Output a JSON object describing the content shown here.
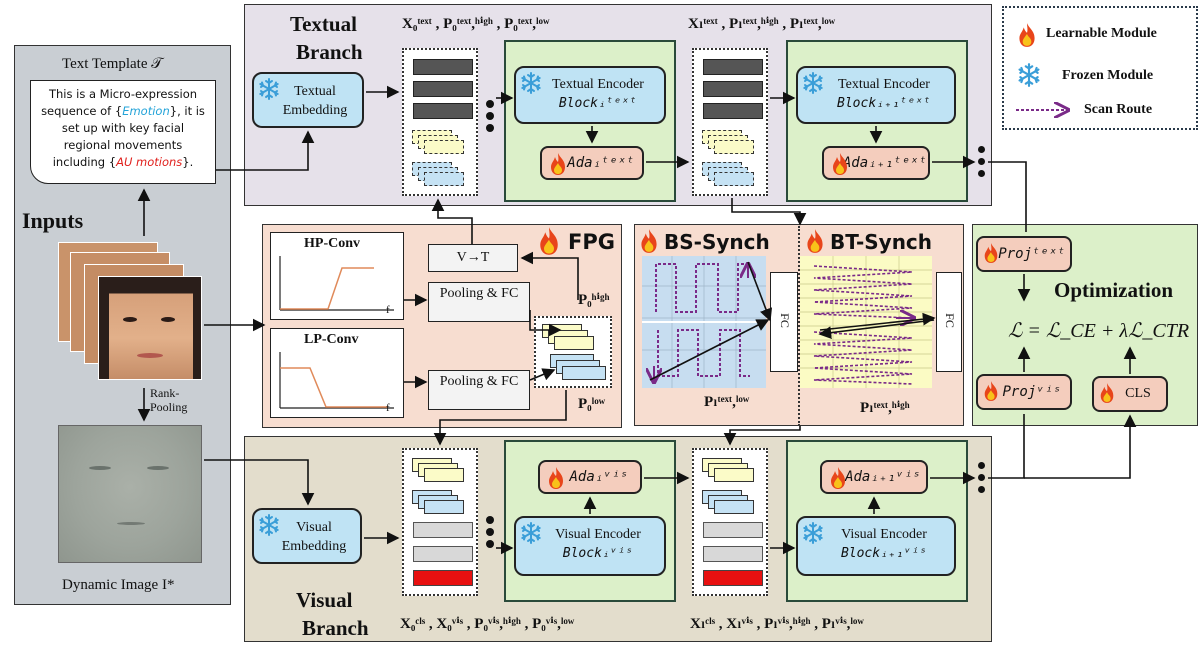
{
  "inputs": {
    "template_title": "Text Template 𝒯",
    "template_text_1": "This is a Micro-expression sequence of {",
    "template_emotion": "Emotion",
    "template_text_2": "}, it is set up with key facial regional movements including {",
    "template_au": "AU motions",
    "template_text_3": "}.",
    "inputs_label": "Inputs",
    "rank_pooling": "Rank-Pooling",
    "dynamic_image": "Dynamic Image I*"
  },
  "textual": {
    "title_line1": "Textual",
    "title_line2": "Branch",
    "embedding": "Textual Embedding",
    "x0_label": "X₀ᵗᵉˣᵗ , P₀ᵗᵉˣᵗ,ʰⁱᵍʰ , P₀ᵗᵉˣᵗ,ˡᵒʷ",
    "xl_label": "Xₗᵗᵉˣᵗ , Pₗᵗᵉˣᵗ,ʰⁱᵍʰ , Pₗᵗᵉˣᵗ,ˡᵒʷ",
    "encoder_i": "Textual Encoder",
    "block_i": "Blockᵢᵗᵉˣᵗ",
    "encoder_i1": "Textual Encoder",
    "block_i1": "Blockᵢ₊₁ᵗᵉˣᵗ",
    "ada_i": "Adaᵢᵗᵉˣᵗ",
    "ada_i1": "Adaᵢ₊₁ᵗᵉˣᵗ"
  },
  "fpg": {
    "title": "FPG",
    "hp_conv": "HP-Conv",
    "lp_conv": "LP-Conv",
    "axis_f": "f",
    "v2t": "V→T",
    "pooling1": "Pooling & FC",
    "pooling2": "Pooling & FC",
    "p_high": "P₀ʰⁱᵍʰ",
    "p_low": "P₀ˡᵒʷ"
  },
  "synch": {
    "bs_title": "BS-Synch",
    "bt_title": "BT-Synch",
    "fc_left": "FC",
    "fc_right": "FC",
    "p_text_low": "Pₗᵗᵉˣᵗ,ˡᵒʷ",
    "p_text_high": "Pₗᵗᵉˣᵗ,ʰⁱᵍʰ"
  },
  "legend": {
    "learnable": "Learnable Module",
    "frozen": "Frozen Module",
    "scan": "Scan Route"
  },
  "optimization": {
    "title": "Optimization",
    "proj_text": "Projᵗᵉˣᵗ",
    "proj_vis": "Projᵛⁱˢ",
    "cls": "CLS",
    "loss": "ℒ = ℒ_CE + λℒ_CTR"
  },
  "visual": {
    "title_line1": "Visual",
    "title_line2": "Branch",
    "embedding": "Visual Embedding",
    "x0_label": "X₀ᶜˡˢ , X₀ᵛⁱˢ , P₀ᵛⁱˢ,ʰⁱᵍʰ , P₀ᵛⁱˢ,ˡᵒʷ",
    "xl_label": "Xₗᶜˡˢ , Xₗᵛⁱˢ , Pₗᵛⁱˢ,ʰⁱᵍʰ , Pₗᵛⁱˢ,ˡᵒʷ",
    "encoder_i": "Visual Encoder",
    "block_i": "Blockᵢᵛⁱˢ",
    "encoder_i1": "Visual Encoder",
    "block_i1": "Blockᵢ₊₁ᵛⁱˢ",
    "ada_i": "Adaᵢᵛⁱˢ",
    "ada_i1": "Adaᵢ₊₁ᵛⁱˢ"
  },
  "colors": {
    "textual_bg": "#e6e1ea",
    "visual_bg": "#e3ddcc",
    "fpg_bg": "#f7ddd0",
    "opt_bg": "#dcf0c9",
    "inputs_bg": "#c9ced3",
    "frozen_blue": "#bfe3f4",
    "learnable_pink": "#f4cdbd"
  },
  "icons": {
    "flame": "flame-icon",
    "snowflake": "snowflake-icon"
  }
}
